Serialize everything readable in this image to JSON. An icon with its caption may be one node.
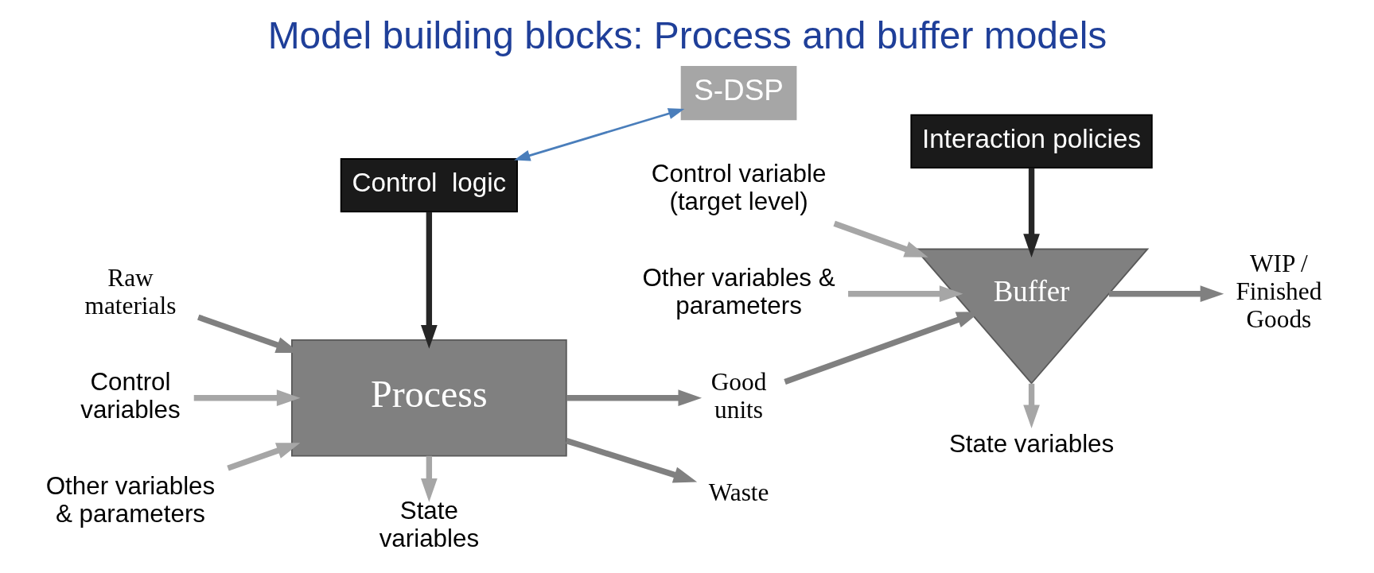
{
  "diagram": {
    "title": "Model building blocks: Process and buffer models",
    "nodes": [
      {
        "text": [
          "S-DSP"
        ]
      },
      {
        "text": [
          "Control  logic"
        ]
      },
      {
        "text": [
          "State variables"
        ]
      },
      {
        "text": [
          "Process"
        ]
      },
      {
        "text": [
          "Raw materials"
        ]
      },
      {
        "text": [
          "Good units"
        ]
      },
      {
        "text": [
          "Waste"
        ]
      },
      {
        "text": [
          "Control variables"
        ]
      },
      {
        "text": [
          "Other variables & parameters"
        ]
      },
      {
        "text": [
          "Interaction policies"
        ]
      },
      {
        "text": [
          "State variables"
        ]
      },
      {
        "text": [
          "Buffer"
        ]
      },
      {
        "text": [
          "WIP / Finished Goods"
        ]
      },
      {
        "text": [
          "Control variable (target level)"
        ]
      },
      {
        "text": [
          "Other variables & parameters"
        ]
      }
    ],
    "edges": [
      {
        "from": 1,
        "to": 0,
        "arrow": "both",
        "color": "#4a7ebb"
      },
      {
        "from": 1,
        "to": 3,
        "arrow": "to",
        "color": "#262626"
      },
      {
        "from": 3,
        "to": 2,
        "arrow": "to"
      },
      {
        "from": 4,
        "to": 3,
        "arrow": "to",
        "color": "#808080"
      },
      {
        "from": 3,
        "to": 5,
        "arrow": "to",
        "color": "#808080"
      },
      {
        "from": 3,
        "to": 6,
        "arrow": "to",
        "color": "#808080"
      },
      {
        "from": 7,
        "to": 3,
        "arrow": "to"
      },
      {
        "from": 8,
        "to": 3,
        "arrow": "to"
      },
      {
        "from": 9,
        "to": 11,
        "arrow": "to",
        "color": "#262626"
      },
      {
        "from": 11,
        "to": 10,
        "arrow": "to"
      },
      {
        "from": 5,
        "to": 11,
        "arrow": "to",
        "color": "#808080"
      },
      {
        "from": 11,
        "to": 12,
        "arrow": "to",
        "color": "#808080"
      },
      {
        "from": 13,
        "to": 11,
        "arrow": "to"
      },
      {
        "from": 14,
        "to": 11,
        "arrow": "to"
      }
    ]
  }
}
